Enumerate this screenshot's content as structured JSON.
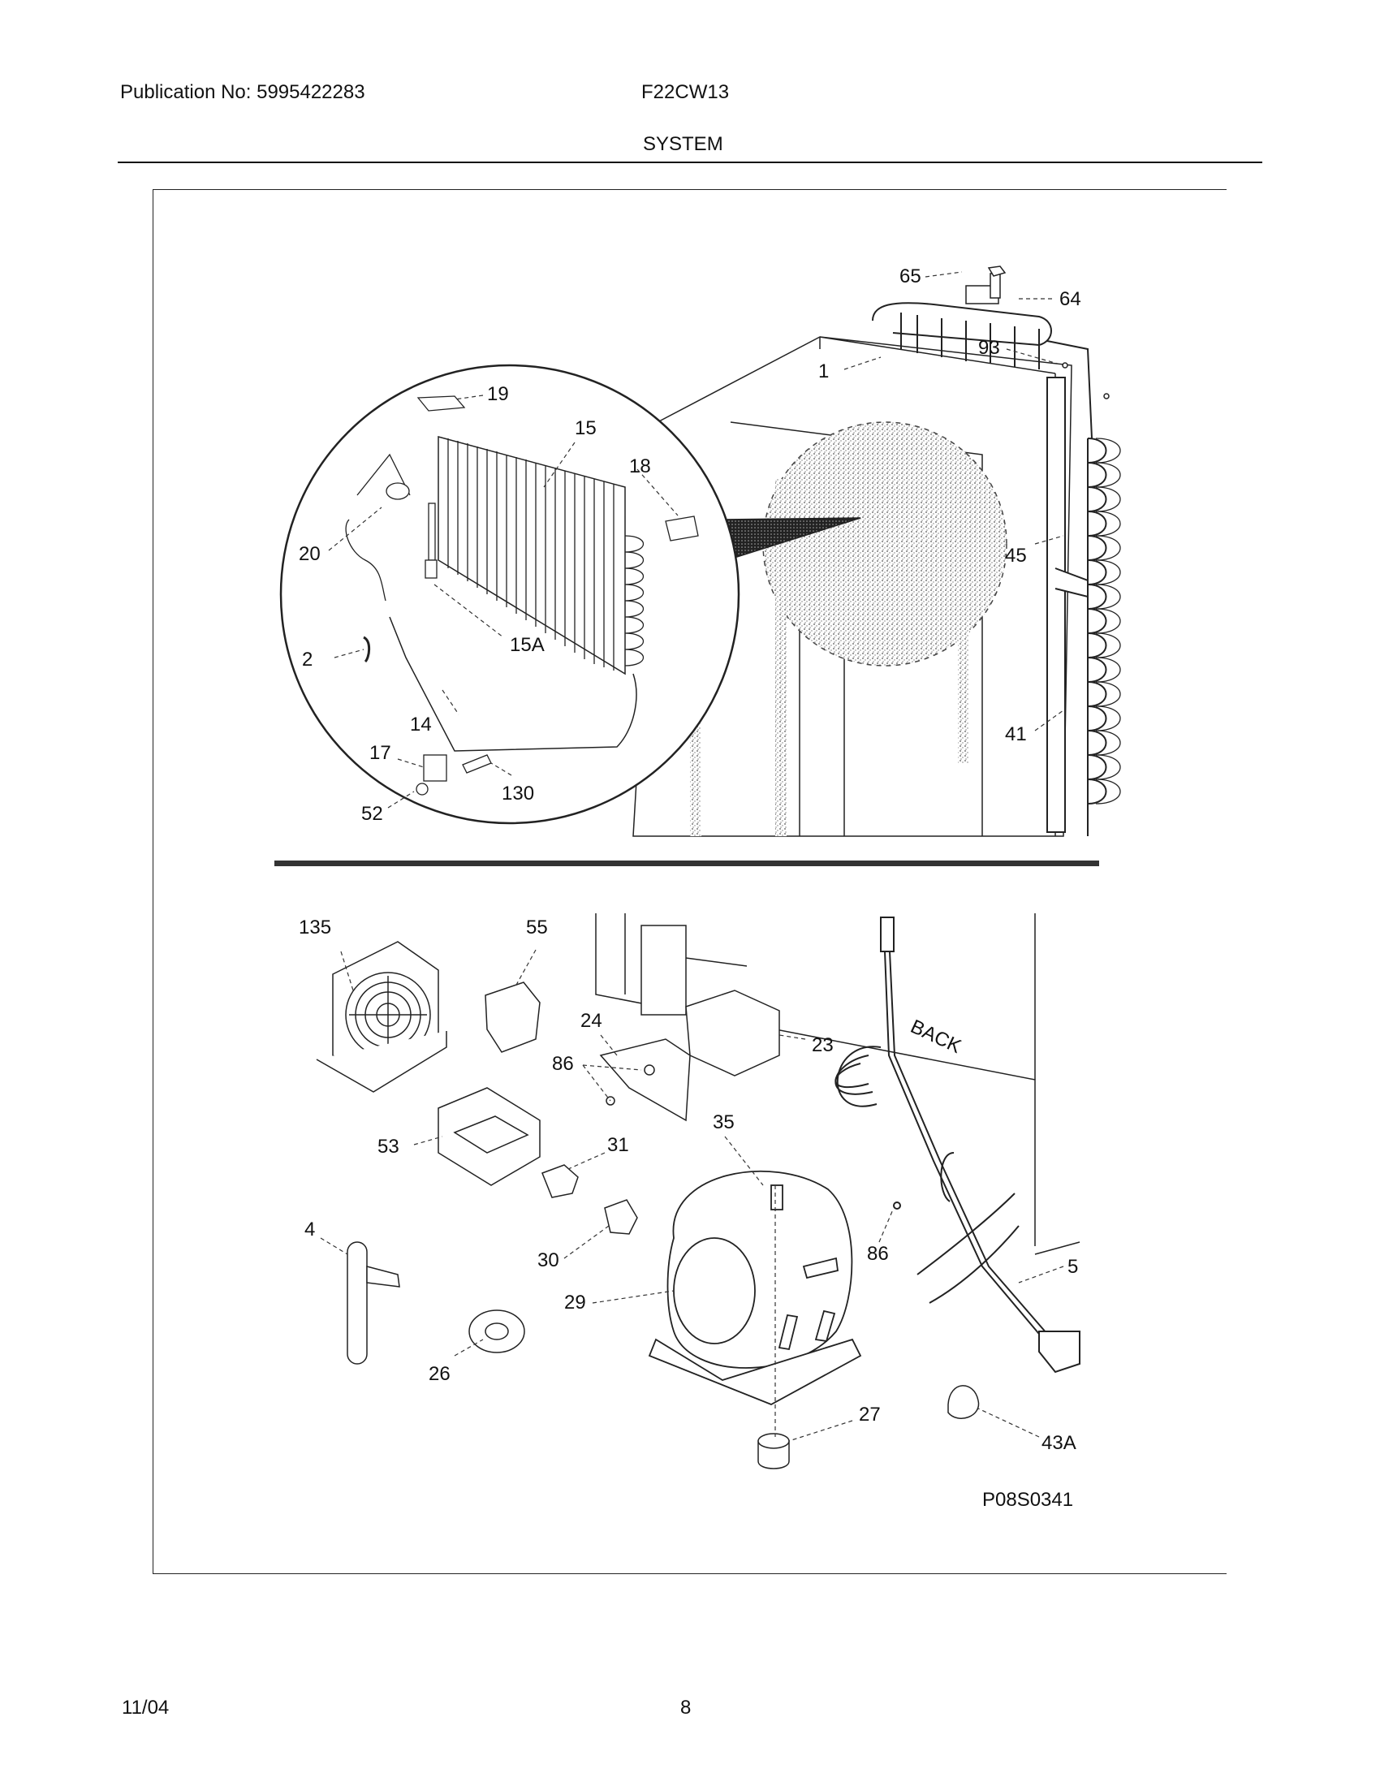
{
  "header": {
    "publication": "Publication No: 5995422283",
    "model": "F22CW13",
    "section": "SYSTEM"
  },
  "diagram": {
    "code": "P08S0341",
    "labels": {
      "p65": "65",
      "p64": "64",
      "p93": "93",
      "p1": "1",
      "p19": "19",
      "p15": "15",
      "p18": "18",
      "p20": "20",
      "p45": "45",
      "p15A": "15A",
      "p2": "2",
      "p14": "14",
      "p41": "41",
      "p17": "17",
      "p130": "130",
      "p52": "52",
      "p135": "135",
      "p55": "55",
      "p24": "24",
      "p23": "23",
      "p86a": "86",
      "p35": "35",
      "p53": "53",
      "p31": "31",
      "p4": "4",
      "p30": "30",
      "p86b": "86",
      "p5": "5",
      "p29": "29",
      "p26": "26",
      "p27": "27",
      "p43A": "43A"
    },
    "back_label": "BACK"
  },
  "footer": {
    "date": "11/04",
    "page": "8"
  }
}
